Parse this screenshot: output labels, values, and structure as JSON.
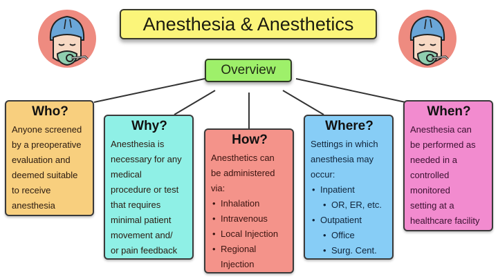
{
  "title": "Anesthesia & Anesthetics",
  "overview": "Overview",
  "icons": [
    "patient-anesthesia-mask-icon",
    "patient-anesthesia-mask-icon"
  ],
  "colors": {
    "title_bg": "#fbf57a",
    "overview_bg": "#9ef06a",
    "who_bg": "#f8cf7e",
    "why_bg": "#8ff0e6",
    "how_bg": "#f4938a",
    "where_bg": "#87cdf6",
    "when_bg": "#f28bcf",
    "icon_circle": "#ee8b80"
  },
  "cards": {
    "who": {
      "heading": "Who?",
      "lines": [
        "Anyone screened",
        "by a preoperative",
        "evaluation and",
        "deemed suitable",
        "to receive",
        "anesthesia"
      ]
    },
    "why": {
      "heading": "Why?",
      "lines": [
        "Anesthesia is",
        "necessary for any",
        "medical",
        "procedure or test",
        "that requires",
        "minimal patient",
        "movement and/",
        "or pain feedback"
      ]
    },
    "how": {
      "heading": "How?",
      "lines": [
        "Anesthetics can",
        "be administered",
        "via:"
      ],
      "bullets": [
        "Inhalation",
        "Intravenous",
        "Local Injection",
        "Regional Injection"
      ]
    },
    "where": {
      "heading": "Where?",
      "lines": [
        "Settings in which",
        "anesthesia may",
        "occur:"
      ],
      "bullets": [
        "Inpatient",
        "OR, ER, etc.",
        "Outpatient",
        "Office",
        "Surg. Cent."
      ]
    },
    "when": {
      "heading": "When?",
      "lines": [
        "Anesthesia can",
        "be performed as",
        "needed in a",
        "controlled",
        "monitored",
        "setting at a",
        "healthcare facility"
      ]
    }
  }
}
